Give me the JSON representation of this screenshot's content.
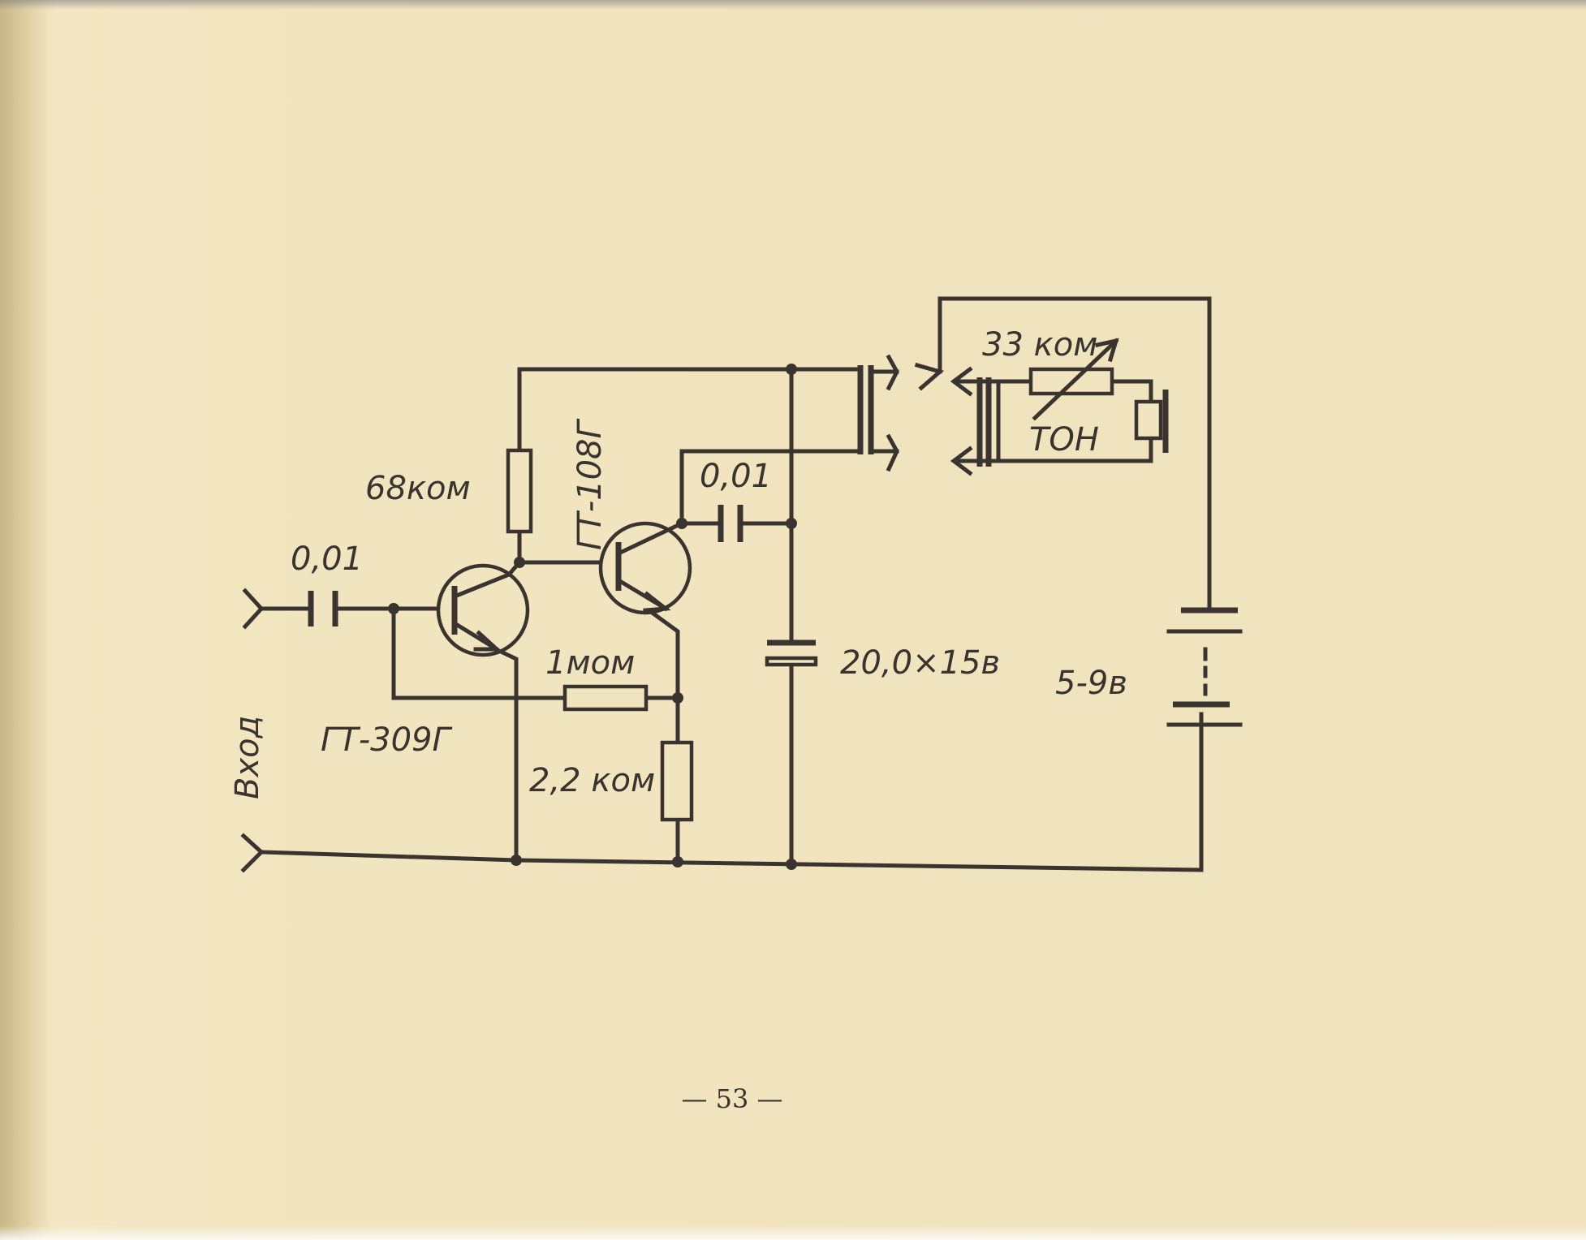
{
  "labels": {
    "c_input": "0,01",
    "r_collector": "68ком",
    "t2": "ГТ-108Г",
    "c_feedback": "0,01",
    "r_feedback": "1мом",
    "r_emitter": "2,2 ком",
    "t1": "ГТ-309Г",
    "input": "Вход",
    "c_filter": "20,0×15в",
    "r_tone_value": "33 ком",
    "r_tone_name": "ТОН",
    "battery": "5-9в"
  },
  "page_number": "— 53 —"
}
